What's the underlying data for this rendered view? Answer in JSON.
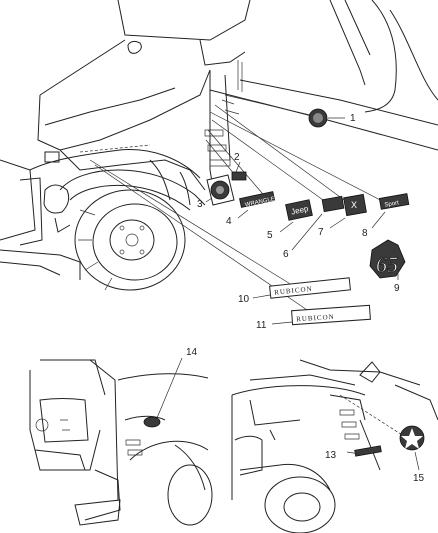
{
  "callouts": {
    "c1": "1",
    "c2": "2",
    "c3": "3",
    "c4": "4",
    "c5": "5",
    "c6": "6",
    "c7": "7",
    "c8": "8",
    "c9": "9",
    "c10": "10",
    "c11": "11",
    "c13": "13",
    "c14": "14",
    "c15": "15"
  },
  "badges": {
    "wrangler": "WRANGLER",
    "jeep": "Jeep",
    "x": "X",
    "sport": "Sport",
    "rubicon": "RUBICON",
    "willys": "RUBICON",
    "sixtyfive": "65"
  }
}
